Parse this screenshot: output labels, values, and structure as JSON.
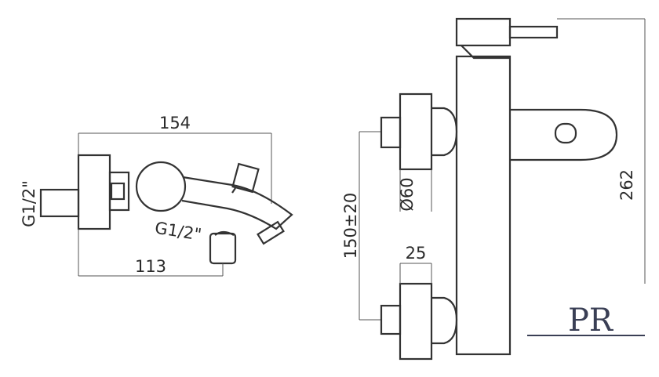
{
  "dimensions": {
    "side_width": "154",
    "side_inlet": "G1/2\"",
    "side_outlet": "G1/2\"",
    "side_depth": "113",
    "front_spacing": "150±20",
    "front_diameter": "Ø60",
    "front_width": "25",
    "front_height": "262"
  },
  "logo": {
    "text": "PR",
    "icon": "brand-logo-icon",
    "color": "#3a3f55"
  },
  "colors": {
    "line": "#333333",
    "background": "#ffffff"
  }
}
